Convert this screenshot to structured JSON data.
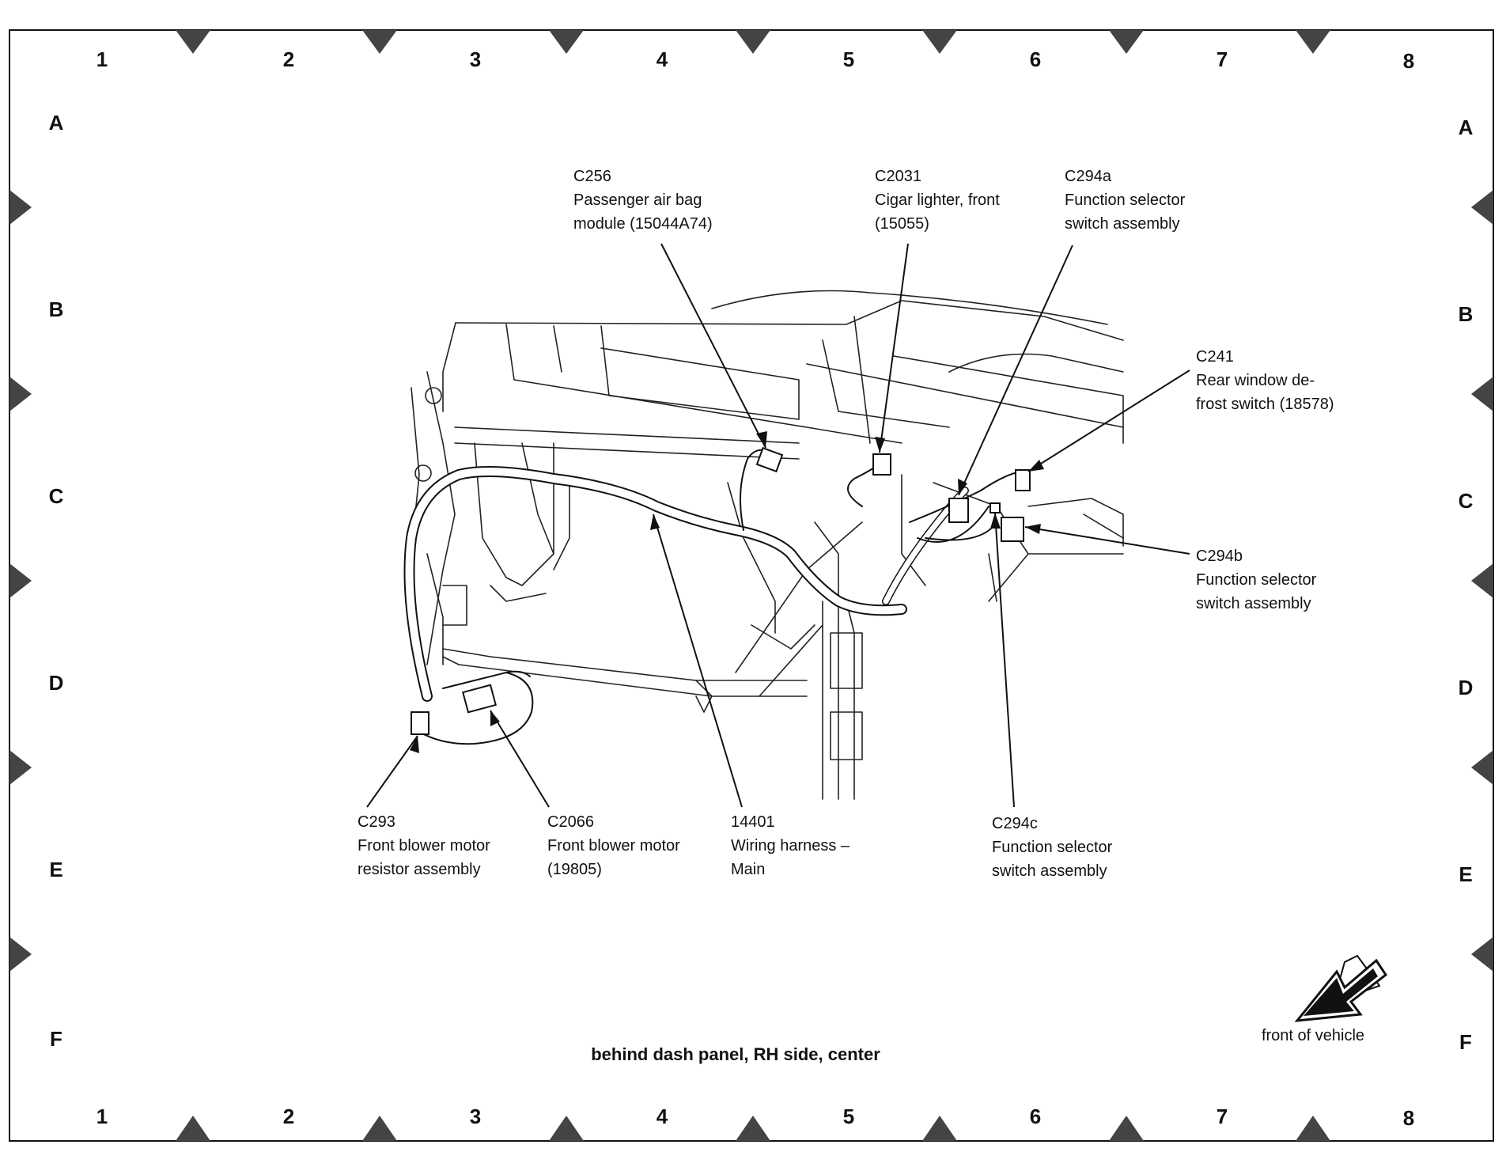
{
  "grid": {
    "columns": [
      "1",
      "2",
      "3",
      "4",
      "5",
      "6",
      "7",
      "8"
    ],
    "rows": [
      "A",
      "B",
      "C",
      "D",
      "E",
      "F"
    ]
  },
  "callouts": {
    "c256": {
      "code": "C256",
      "line1": "Passenger air bag",
      "line2": "module (15044A74)"
    },
    "c2031": {
      "code": "C2031",
      "line1": "Cigar lighter, front",
      "line2": "(15055)"
    },
    "c294a": {
      "code": "C294a",
      "line1": "Function selector",
      "line2": "switch assembly"
    },
    "c241": {
      "code": "C241",
      "line1": "Rear window de-",
      "line2": "frost switch (18578)"
    },
    "c294b": {
      "code": "C294b",
      "line1": "Function selector",
      "line2": "switch assembly"
    },
    "c293": {
      "code": "C293",
      "line1": "Front blower motor",
      "line2": "resistor assembly"
    },
    "c2066": {
      "code": "C2066",
      "line1": "Front blower motor",
      "line2": "(19805)"
    },
    "h14401": {
      "code": "14401",
      "line1": "Wiring harness –",
      "line2": "Main"
    },
    "c294c": {
      "code": "C294c",
      "line1": "Function selector",
      "line2": "switch assembly"
    }
  },
  "caption": "behind dash panel, RH side, center",
  "orientation": {
    "label": "front of vehicle",
    "icon": "front-direction-arrow-icon"
  },
  "colors": {
    "ink": "#111111",
    "paper": "#ffffff",
    "marker": "#444444"
  }
}
